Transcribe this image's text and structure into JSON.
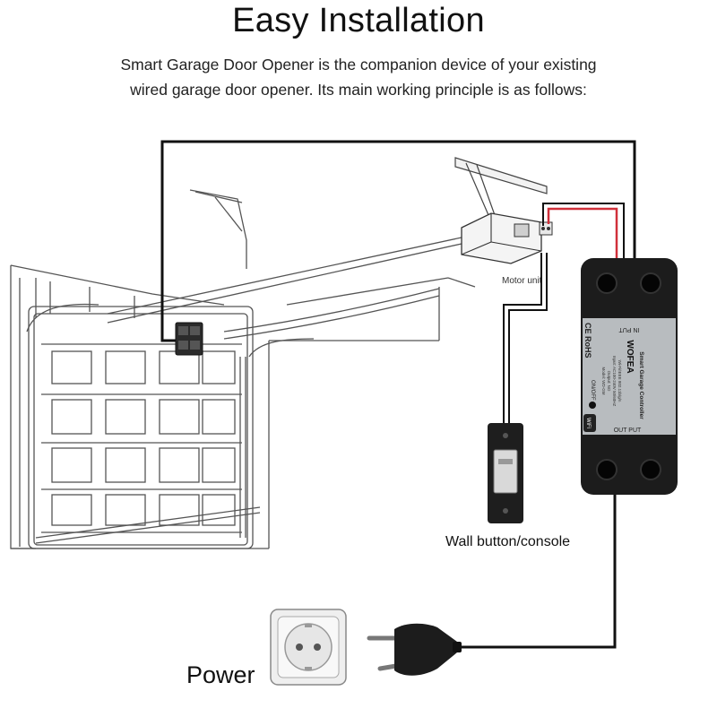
{
  "header": {
    "title": "Easy Installation",
    "subtitle_line1": "Smart Garage Door Opener is the companion device of your existing",
    "subtitle_line2": "wired garage door opener. Its main working principle is as follows:"
  },
  "labels": {
    "motor_unit": "Motor unit",
    "wall_button": "Wall button/console",
    "power": "Power"
  },
  "controller": {
    "brand": "WOFEA",
    "name": "Smart Garage Controller",
    "spec_line1": "Wi-Fi/IEEE 802.11b/g/n",
    "spec_line2": "Input: AC100-240V 50/60HZ",
    "spec_line3": "Output: NO",
    "spec_line4": "Model: WD-GM",
    "in_put": "IN PUT",
    "out_put": "OUT PUT",
    "on_off": "ON/OFF",
    "ce_rohs": "CE RoHS",
    "wifi": "WiFi"
  },
  "colors": {
    "controller_body": "#b8bcbf",
    "controller_ends": "#1c1c1c",
    "wire_red": "#d0303a",
    "wire_black": "#111111"
  }
}
